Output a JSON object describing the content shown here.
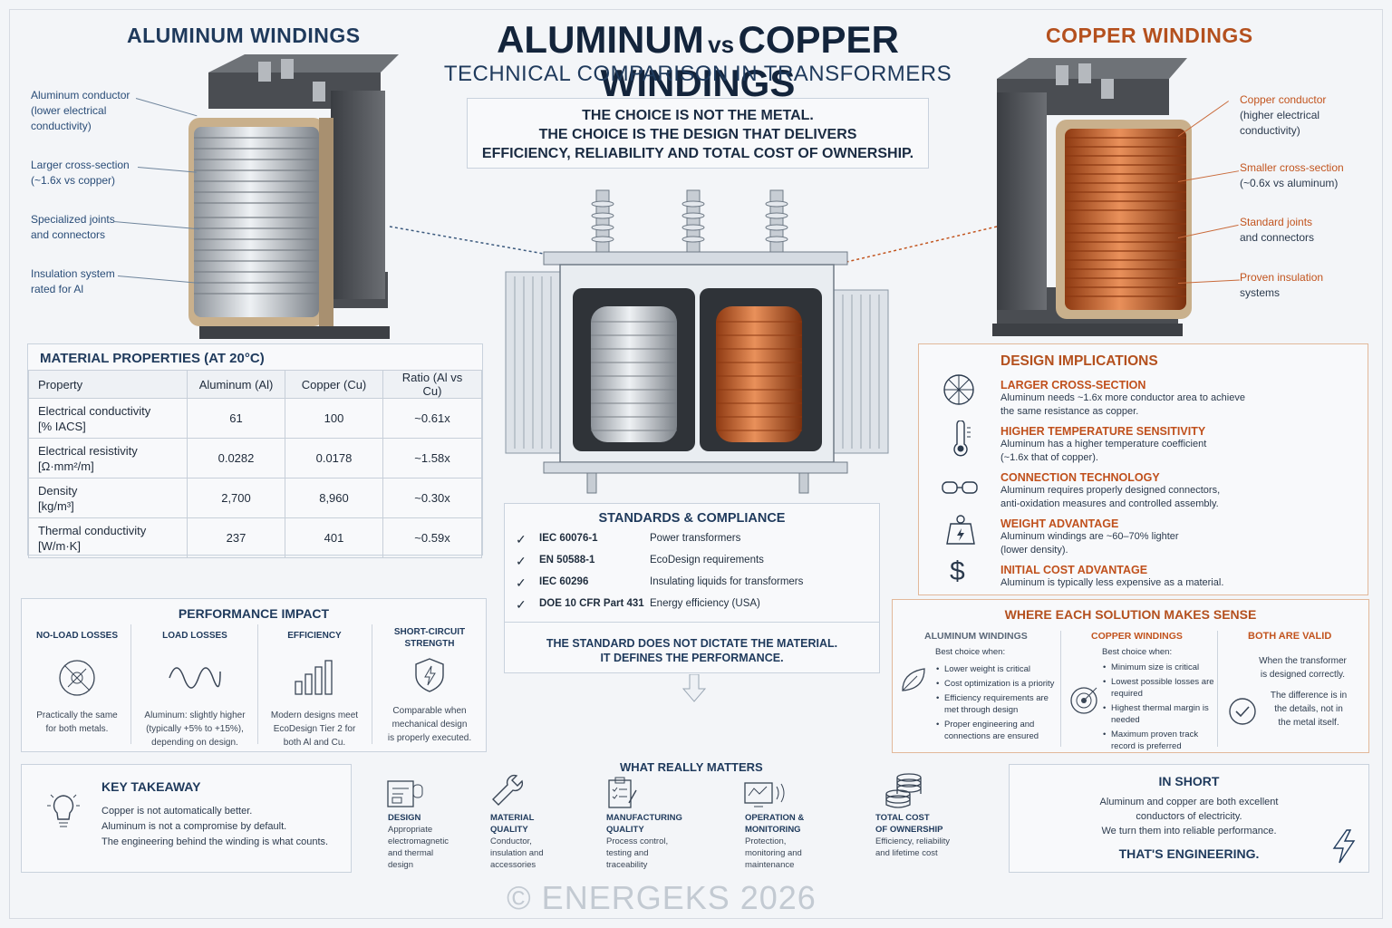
{
  "header": {
    "title_left": "ALUMINUM",
    "title_vs": "vs",
    "title_right": "COPPER WINDINGS",
    "subtitle": "TECHNICAL COMPARISON IN TRANSFORMERS",
    "left_heading": "ALUMINUM WINDINGS",
    "right_heading": "COPPER WINDINGS"
  },
  "quote": {
    "line1": "THE CHOICE IS NOT THE METAL.",
    "line2": "THE CHOICE IS THE DESIGN THAT DELIVERS",
    "line3": "EFFICIENCY, RELIABILITY AND TOTAL COST OF OWNERSHIP."
  },
  "aluminum_callouts": [
    {
      "l1": "Aluminum conductor",
      "l2": "(lower electrical",
      "l3": "conductivity)"
    },
    {
      "l1": "Larger cross-section",
      "l2": "(~1.6x vs copper)"
    },
    {
      "l1": "Specialized joints",
      "l2": "and connectors"
    },
    {
      "l1": "Insulation system",
      "l2": "rated for Al"
    }
  ],
  "copper_callouts": [
    {
      "l1": "Copper conductor",
      "l2": "(higher electrical",
      "l3": "conductivity)"
    },
    {
      "l1": "Smaller cross-section",
      "l2": "(~0.6x vs aluminum)"
    },
    {
      "l1": "Standard joints",
      "l2": "and connectors"
    },
    {
      "l1": "Proven insulation",
      "l2": "systems"
    }
  ],
  "properties": {
    "title": "MATERIAL PROPERTIES (AT 20°C)",
    "headers": [
      "Property",
      "Aluminum (Al)",
      "Copper (Cu)",
      "Ratio (Al vs Cu)"
    ],
    "rows": [
      {
        "name": "Electrical conductivity",
        "unit": "[% IACS]",
        "al": "61",
        "cu": "100",
        "ratio": "~0.61x"
      },
      {
        "name": "Electrical resistivity",
        "unit": "[Ω·mm²/m]",
        "al": "0.0282",
        "cu": "0.0178",
        "ratio": "~1.58x"
      },
      {
        "name": "Density",
        "unit": "[kg/m³]",
        "al": "2,700",
        "cu": "8,960",
        "ratio": "~0.30x"
      },
      {
        "name": "Thermal conductivity",
        "unit": "[W/m·K]",
        "al": "237",
        "cu": "401",
        "ratio": "~0.59x"
      }
    ]
  },
  "performance": {
    "title": "PERFORMANCE IMPACT",
    "cols": [
      {
        "label": "NO-LOAD LOSSES",
        "l1": "Practically the same",
        "l2": "for both metals.",
        "icon": "core-circle-icon"
      },
      {
        "label": "LOAD LOSSES",
        "l1": "Aluminum: slightly higher",
        "l2": "(typically +5% to +15%),",
        "l3": "depending on design.",
        "icon": "sine-wave-icon"
      },
      {
        "label": "EFFICIENCY",
        "l1": "Modern designs meet",
        "l2": "EcoDesign Tier 2 for",
        "l3": "both Al and Cu.",
        "icon": "bar-chart-icon"
      },
      {
        "label": "SHORT-CIRCUIT",
        "label2": "STRENGTH",
        "l1": "Comparable when",
        "l2": "mechanical design",
        "l3": "is properly executed.",
        "icon": "shield-bolt-icon"
      }
    ]
  },
  "standards": {
    "title": "STANDARDS & COMPLIANCE",
    "items": [
      {
        "code": "IEC 60076-1",
        "desc": "Power transformers"
      },
      {
        "code": "EN 50588-1",
        "desc": "EcoDesign requirements"
      },
      {
        "code": "IEC 60296",
        "desc": "Insulating liquids for transformers"
      },
      {
        "code": "DOE 10 CFR Part 431",
        "desc": "Energy efficiency (USA)"
      }
    ],
    "footer1": "THE STANDARD DOES NOT DICTATE THE MATERIAL.",
    "footer2": "IT DEFINES THE PERFORMANCE."
  },
  "implications": {
    "title": "DESIGN IMPLICATIONS",
    "items": [
      {
        "title": "LARGER CROSS-SECTION",
        "d1": "Aluminum needs ~1.6x more conductor area to achieve",
        "d2": "the same resistance as copper.",
        "icon": "cross-section-icon"
      },
      {
        "title": "HIGHER TEMPERATURE SENSITIVITY",
        "d1": "Aluminum has a higher temperature coefficient",
        "d2": "(~1.6x that of copper).",
        "icon": "thermometer-icon"
      },
      {
        "title": "CONNECTION TECHNOLOGY",
        "d1": "Aluminum requires properly designed connectors,",
        "d2": "anti-oxidation measures and controlled assembly.",
        "icon": "connector-icon"
      },
      {
        "title": "WEIGHT ADVANTAGE",
        "d1": "Aluminum windings are ~60–70% lighter",
        "d2": "(lower density).",
        "icon": "weight-icon"
      },
      {
        "title": "INITIAL COST ADVANTAGE",
        "d1": "Aluminum is typically less expensive as a material.",
        "d2": "",
        "icon": "dollar-icon"
      }
    ]
  },
  "where": {
    "title": "WHERE EACH SOLUTION MAKES SENSE",
    "al_head": "ALUMINUM WINDINGS",
    "al_sub": "Best choice when:",
    "al_items": [
      "Lower weight is critical",
      "Cost optimization is a priority",
      "Efficiency requirements are met through design",
      "Proper engineering and connections are ensured"
    ],
    "cu_head": "COPPER WINDINGS",
    "cu_sub": "Best choice when:",
    "cu_items": [
      "Minimum size is critical",
      "Lowest possible losses are required",
      "Highest thermal margin is needed",
      "Maximum proven track record is preferred"
    ],
    "both_head": "BOTH ARE VALID",
    "both_l1": "When the transformer",
    "both_l2": "is designed correctly.",
    "both_l3": "The difference is in",
    "both_l4": "the details, not in",
    "both_l5": "the metal itself."
  },
  "takeaway": {
    "title": "KEY TAKEAWAY",
    "l1": "Copper is not automatically better.",
    "l2": "Aluminum is not a compromise by default.",
    "l3": "The engineering behind the winding is what counts."
  },
  "matters": {
    "title": "WHAT REALLY MATTERS",
    "items": [
      {
        "h1": "DESIGN",
        "h2": "",
        "d1": "Appropriate",
        "d2": "electromagnetic",
        "d3": "and thermal",
        "d4": "design",
        "icon": "blueprint-icon"
      },
      {
        "h1": "MATERIAL",
        "h2": "QUALITY",
        "d1": "Conductor,",
        "d2": "insulation and",
        "d3": "accessories",
        "d4": "",
        "icon": "wrench-icon"
      },
      {
        "h1": "MANUFACTURING",
        "h2": "QUALITY",
        "d1": "Process control,",
        "d2": "testing and",
        "d3": "traceability",
        "d4": "",
        "icon": "checklist-icon"
      },
      {
        "h1": "OPERATION &",
        "h2": "MONITORING",
        "d1": "Protection,",
        "d2": "monitoring and",
        "d3": "maintenance",
        "d4": "",
        "icon": "monitor-icon"
      },
      {
        "h1": "TOTAL COST",
        "h2": "OF OWNERSHIP",
        "d1": "Efficiency, reliability",
        "d2": "and lifetime cost",
        "d3": "",
        "d4": "",
        "icon": "coins-icon"
      }
    ]
  },
  "short": {
    "title": "IN SHORT",
    "l1": "Aluminum and copper are both excellent",
    "l2": "conductors of electricity.",
    "l3": "We turn them into reliable performance.",
    "l4": "THAT'S ENGINEERING."
  },
  "copyright": "© ENERGEKS 2026",
  "colors": {
    "navy": "#1f3a5c",
    "copper": "#b4501e",
    "aluminum": "#b9bfc6"
  }
}
